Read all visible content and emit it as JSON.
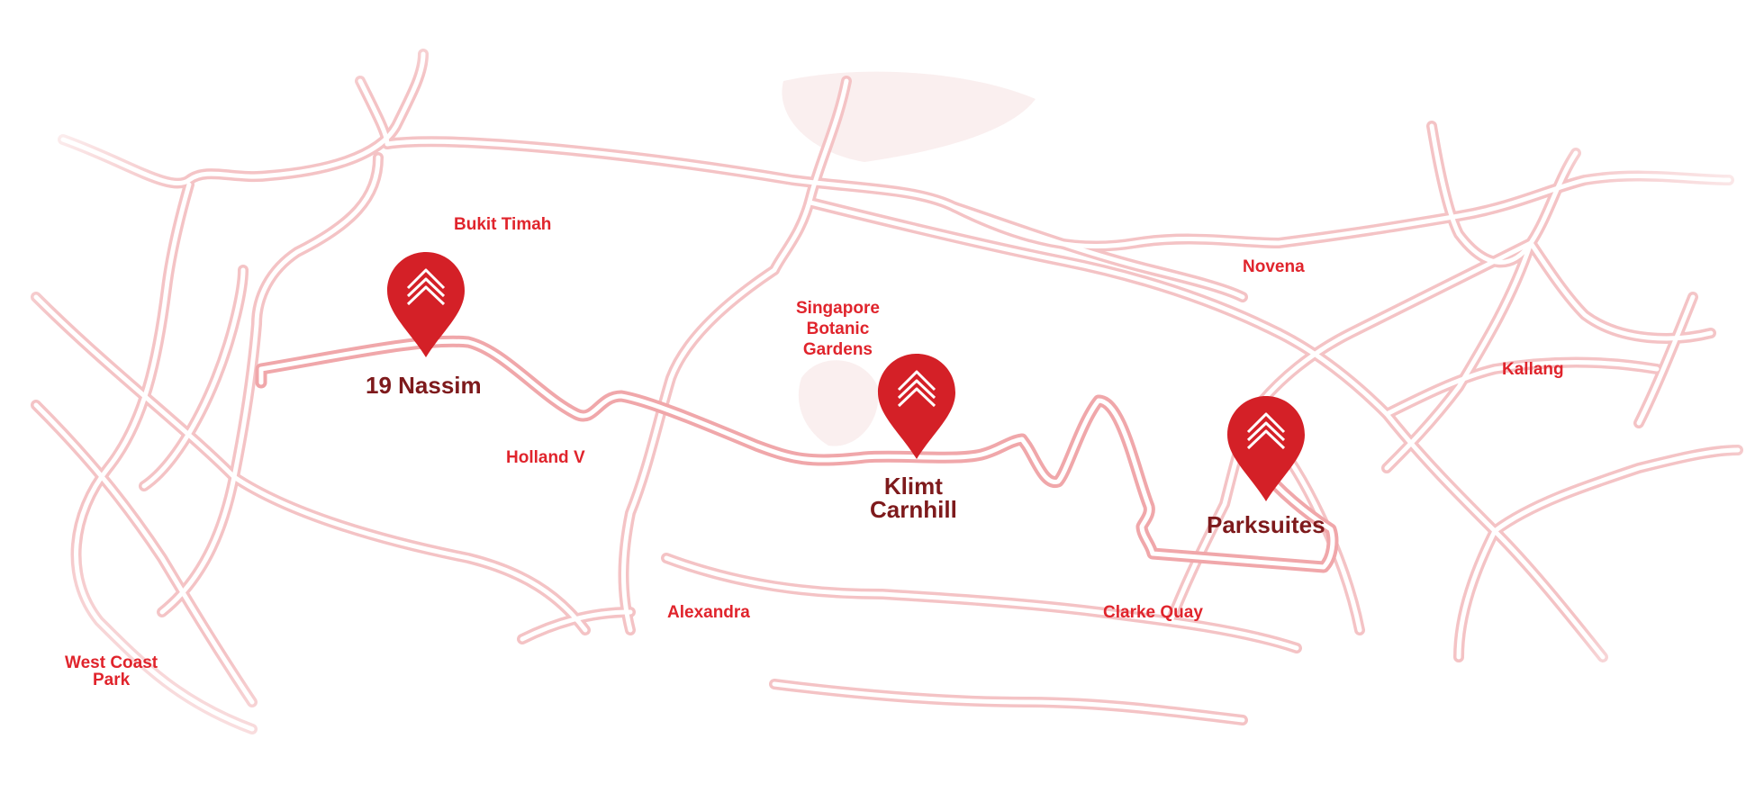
{
  "map": {
    "colors": {
      "road": "#f4c3c5",
      "route": "#f0a7aa",
      "pin": "#d42027",
      "pin_text": "#7e1a1c",
      "area_text": "#e0242c"
    },
    "areas": {
      "bukit_timah": "Bukit Timah",
      "novena": "Novena",
      "botanic": [
        "Singapore",
        "Botanic",
        "Gardens"
      ],
      "kallang": "Kallang",
      "holland_v": "Holland V",
      "alexandra": "Alexandra",
      "clarke_quay": "Clarke Quay",
      "west_coast": [
        "West Coast",
        "Park"
      ]
    },
    "pins": [
      {
        "name": "19 Nassim",
        "icon": "home-logo-icon"
      },
      {
        "name_lines": [
          "Klimt",
          "Carnhill"
        ],
        "icon": "home-logo-icon"
      },
      {
        "name": "Parksuites",
        "icon": "home-logo-icon"
      }
    ]
  }
}
